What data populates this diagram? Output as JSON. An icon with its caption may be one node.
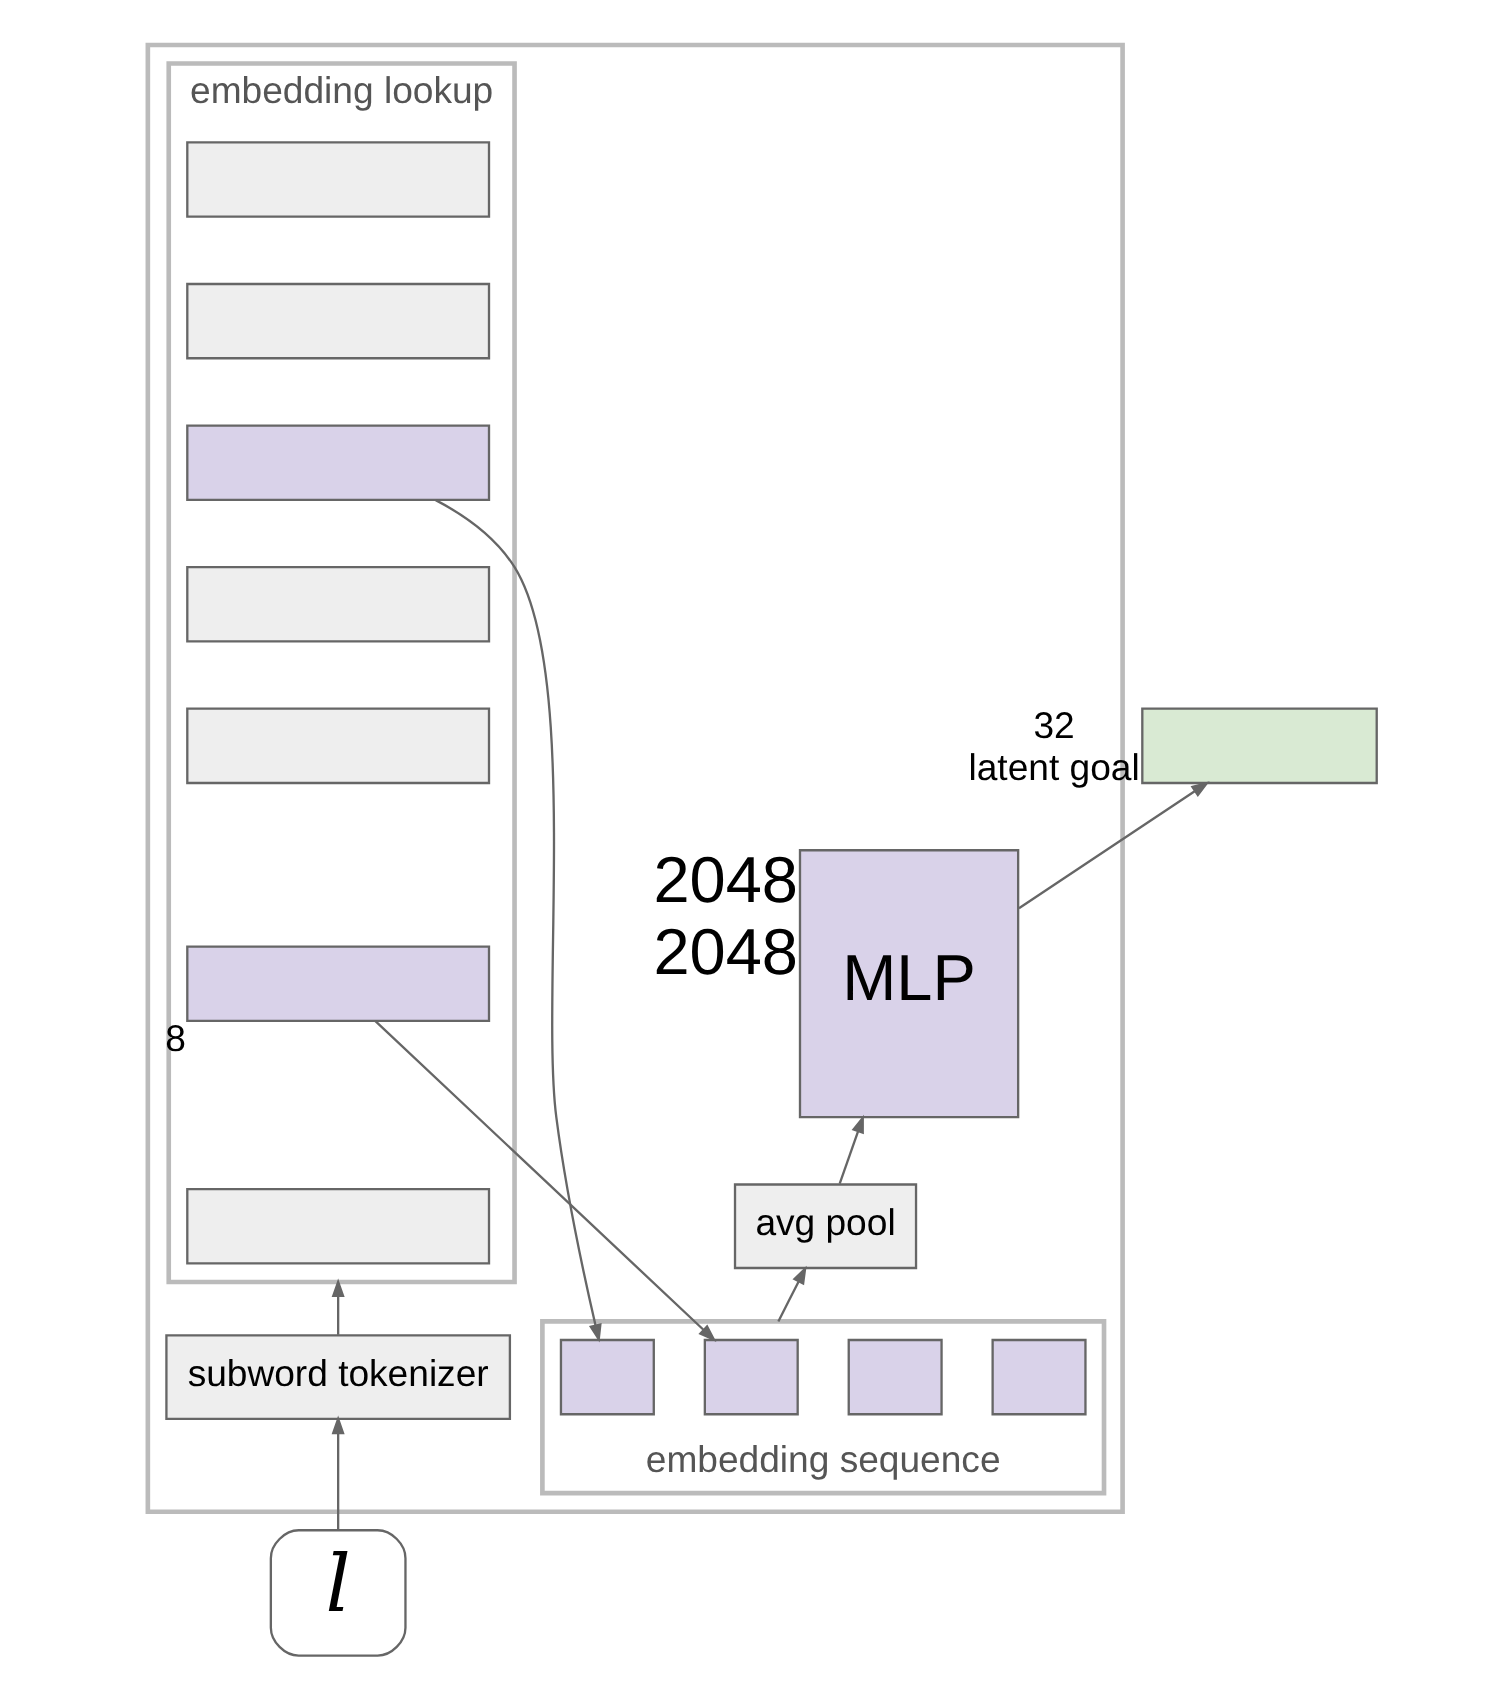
{
  "diagram": {
    "nodes": [
      {
        "text": [],
        "shape": "trapezoid"
      },
      {
        "text": [],
        "shape": "box",
        "beside": [
          "32",
          "latent goal"
        ]
      },
      {
        "text": [
          "MLP"
        ],
        "in": 0,
        "beside": [
          "2048",
          "2048"
        ]
      },
      {
        "text": [
          "embedding lookup"
        ],
        "in": 0
      },
      {
        "text": [],
        "shape": "box",
        "in": 3
      },
      {
        "text": [],
        "shape": "box",
        "in": 3
      },
      {
        "text": [],
        "shape": "box",
        "in": 3
      },
      {
        "text": [],
        "shape": "box",
        "in": 3
      },
      {
        "text": [],
        "shape": "box",
        "in": 3
      },
      {
        "text": [],
        "shape": "box",
        "in": 3,
        "beside": [
          "8"
        ]
      },
      {
        "text": [],
        "shape": "box",
        "in": 3
      },
      {
        "text": [
          "avg pool"
        ],
        "in": 0
      },
      {
        "text": [
          "embedding sequence"
        ],
        "in": 0
      },
      {
        "text": [],
        "shape": "box",
        "in": 12
      },
      {
        "text": [],
        "shape": "box",
        "in": 12
      },
      {
        "text": [],
        "shape": "box",
        "in": 12
      },
      {
        "text": [],
        "shape": "box",
        "in": 12
      },
      {
        "text": [
          "subword tokenizer"
        ],
        "in": 0
      },
      {
        "text": [
          "l"
        ]
      }
    ],
    "edges": [
      {
        "from": 18,
        "to": 17,
        "arrow": "to"
      },
      {
        "from": 17,
        "to": 3,
        "arrow": "to"
      },
      {
        "from": 6,
        "to": 13,
        "arrow": "to"
      },
      {
        "from": 9,
        "to": 14,
        "arrow": "to"
      },
      {
        "from": 12,
        "to": 11,
        "arrow": "to"
      },
      {
        "from": 11,
        "to": 2,
        "arrow": "to"
      },
      {
        "from": 2,
        "to": 1,
        "arrow": "to"
      }
    ]
  }
}
